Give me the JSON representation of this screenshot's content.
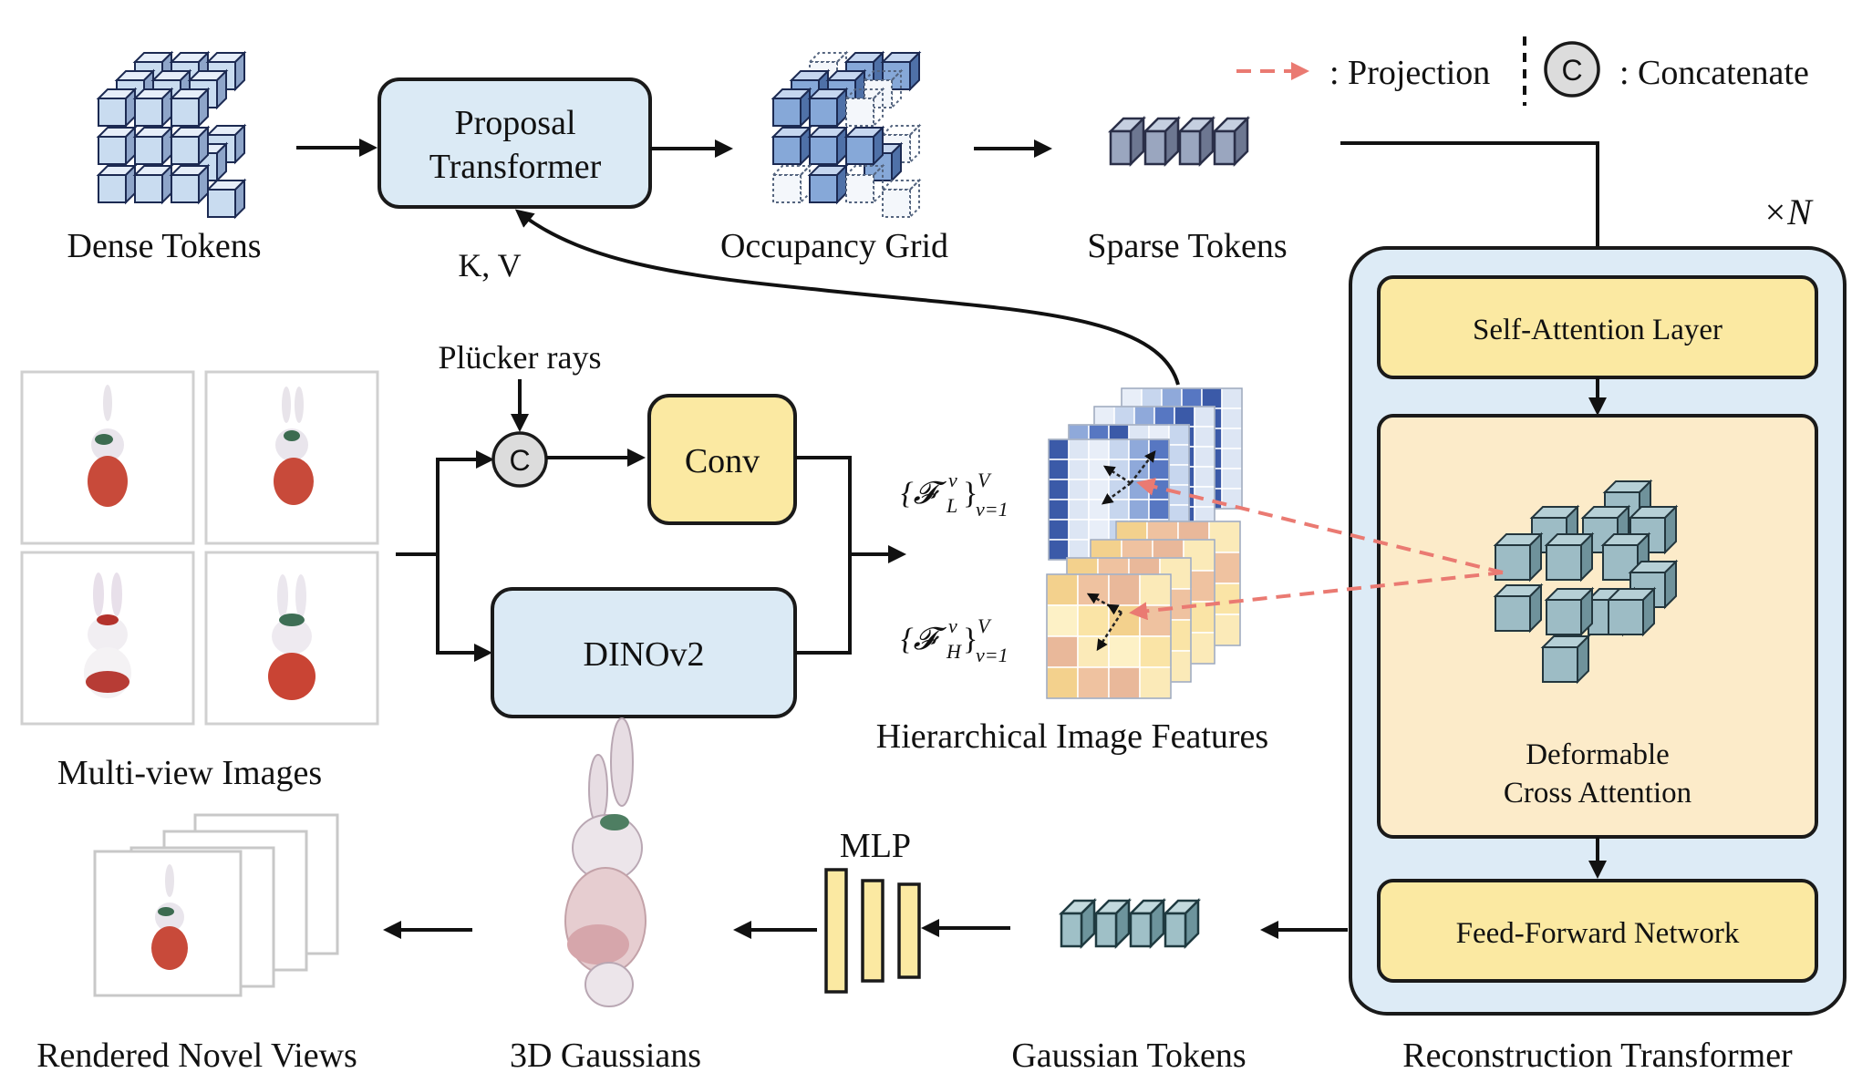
{
  "legend": {
    "projection_label": ": Projection",
    "concat_symbol": "C",
    "concat_label": ": Concatenate"
  },
  "nodes": {
    "dense_tokens": "Dense Tokens",
    "proposal_transformer_line1": "Proposal",
    "proposal_transformer_line2": "Transformer",
    "kv": "K, V",
    "occupancy_grid": "Occupancy Grid",
    "sparse_tokens": "Sparse Tokens",
    "repeat_n": "×N",
    "self_attention": "Self-Attention Layer",
    "deformable_line1": "Deformable",
    "deformable_line2": "Cross Attention",
    "feed_forward": "Feed-Forward Network",
    "reconstruction_transformer": "Reconstruction Transformer",
    "plucker_rays": "Plücker rays",
    "concat_node": "C",
    "conv": "Conv",
    "dinov2": "DINOv2",
    "feat_low": "{𝓕",
    "feat_low_sup": "v",
    "feat_low_sub": "L",
    "feat_low_tail": "}",
    "feat_low_range_sup": "V",
    "feat_low_range_sub": "v=1",
    "feat_high": "{𝓕",
    "feat_high_sup": "v",
    "feat_high_sub": "H",
    "feat_high_tail": "}",
    "feat_high_range_sup": "V",
    "feat_high_range_sub": "v=1",
    "hierarchical_features": "Hierarchical Image Features",
    "multiview_images": "Multi-view Images",
    "mlp": "MLP",
    "gaussian_tokens": "Gaussian Tokens",
    "gaussians_3d": "3D Gaussians",
    "rendered_views": "Rendered Novel Views"
  },
  "colors": {
    "blue_box": "#dbeaf5",
    "yellow_box": "#fbe9a2",
    "cube_blue": "#c9dcf0",
    "cube_teal": "#9dbcc5",
    "projection_arrow": "#ea7a72"
  }
}
